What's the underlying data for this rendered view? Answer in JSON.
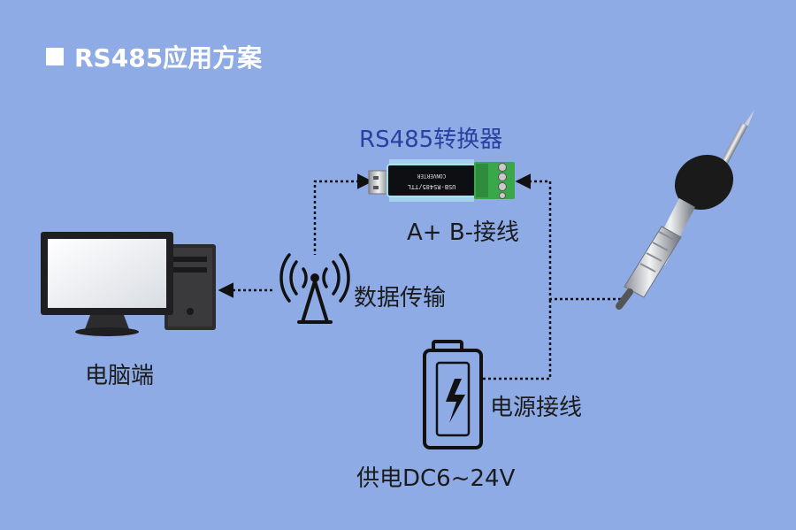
{
  "title": "RS485应用方案",
  "converter_label": "RS485转换器",
  "wiring_label": "A+ B-接线",
  "transmission_label": "数据传输",
  "pc_label": "电脑端",
  "power_wiring_label": "电源接线",
  "power_supply_label": "供电DC6~24V",
  "converter_print": {
    "model": "USB-RS485/TTL",
    "brand": "CONVERTER"
  },
  "colors": {
    "background": "#8eabe6",
    "title_text": "#ffffff",
    "converter_label": "#2b3fa0",
    "dotted_line": "#111111",
    "terminal_green": "#3aa84a"
  }
}
